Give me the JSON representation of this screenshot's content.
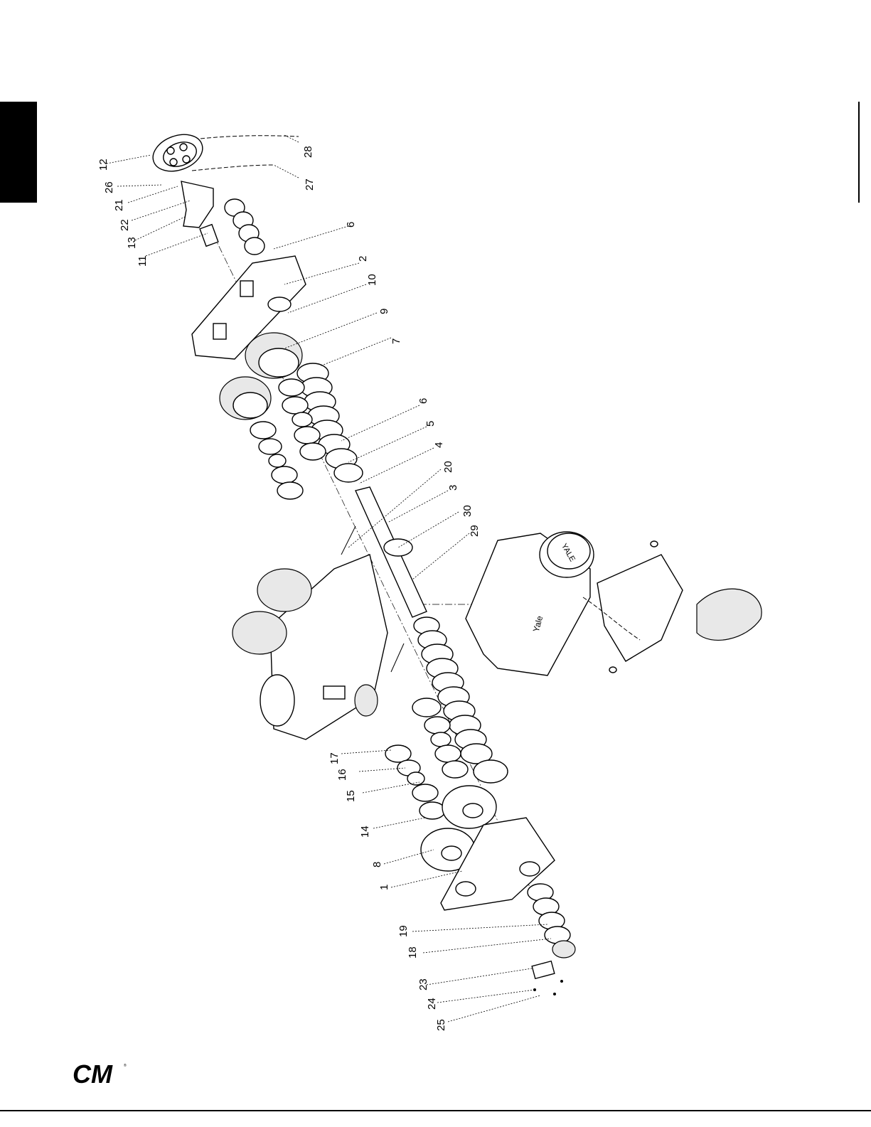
{
  "brand": {
    "logo_text": "CM"
  },
  "callouts": [
    {
      "label": "12"
    },
    {
      "label": "26"
    },
    {
      "label": "21"
    },
    {
      "label": "22"
    },
    {
      "label": "13"
    },
    {
      "label": "11"
    },
    {
      "label": "28"
    },
    {
      "label": "27"
    },
    {
      "label": "6"
    },
    {
      "label": "2"
    },
    {
      "label": "10"
    },
    {
      "label": "9"
    },
    {
      "label": "7"
    },
    {
      "label": "6"
    },
    {
      "label": "5"
    },
    {
      "label": "4"
    },
    {
      "label": "20"
    },
    {
      "label": "3"
    },
    {
      "label": "30"
    },
    {
      "label": "29"
    },
    {
      "label": "17"
    },
    {
      "label": "16"
    },
    {
      "label": "15"
    },
    {
      "label": "14"
    },
    {
      "label": "8"
    },
    {
      "label": "1"
    },
    {
      "label": "19"
    },
    {
      "label": "18"
    },
    {
      "label": "23"
    },
    {
      "label": "24"
    },
    {
      "label": "25"
    }
  ],
  "hoist_badges": {
    "top": "YALE",
    "side": "Yale"
  }
}
